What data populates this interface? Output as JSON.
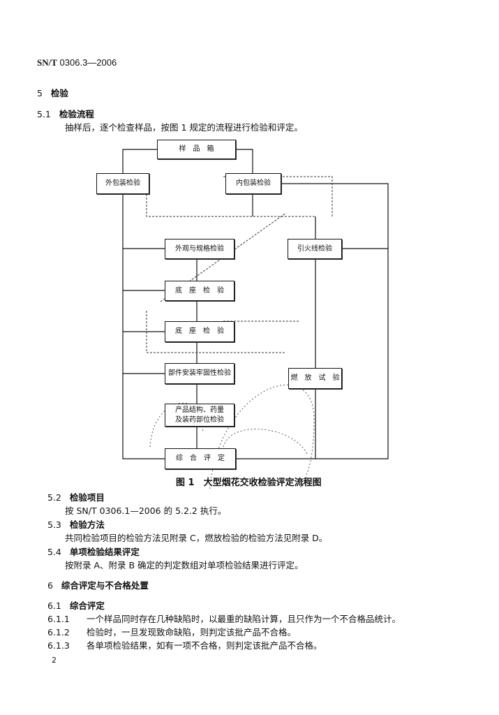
{
  "header": {
    "standard_prefix": "SN/T",
    "standard_number": "0306.3—2006"
  },
  "section5": {
    "number": "5",
    "title": "检验",
    "s1": {
      "number": "5.1",
      "title": "检验流程",
      "body": "抽样后，逐个检查样品，按图 1 规定的流程进行检验和评定。"
    },
    "s2": {
      "number": "5.2",
      "title": "检验项目",
      "body": "按 SN/T 0306.1—2006 的 5.2.2 执行。"
    },
    "s3": {
      "number": "5.3",
      "title": "检验方法",
      "body": "共同检验项目的检验方法见附录 C，燃放检验的检验方法见附录 D。"
    },
    "s4": {
      "number": "5.4",
      "title": "单项检验结果评定",
      "body": "按附录 A、附录 B 确定的判定数组对单项检验结果进行评定。"
    }
  },
  "flowchart": {
    "caption": "图 1　大型烟花交收检验评定流程图",
    "nodes": {
      "sample": "样　品　箱",
      "outer": "外包装检验",
      "inner": "内包装检验",
      "appearance": "外观与规格检验",
      "fuse": "引火线检验",
      "base": "底　座　检　验",
      "bottom": "底　座　检　验",
      "parts": "部件安装牢固性检验",
      "structure": "产品结构、药量\n及装药部位检验",
      "firing": "燃　放　试　验",
      "final": "综　合　评　定"
    }
  },
  "section6": {
    "number": "6",
    "title": "综合评定与不合格处置",
    "s1": {
      "number": "6.1",
      "title": "综合评定"
    },
    "items": [
      {
        "number": "6.1.1",
        "text": "一个样品同时存在几种缺陷时，以最重的缺陷计算，且只作为一个不合格品统计。"
      },
      {
        "number": "6.1.2",
        "text": "检验时，一旦发现致命缺陷，则判定该批产品不合格。"
      },
      {
        "number": "6.1.3",
        "text": "各单项检验结果，如有一项不合格，则判定该批产品不合格。"
      }
    ]
  },
  "page_number": "2"
}
